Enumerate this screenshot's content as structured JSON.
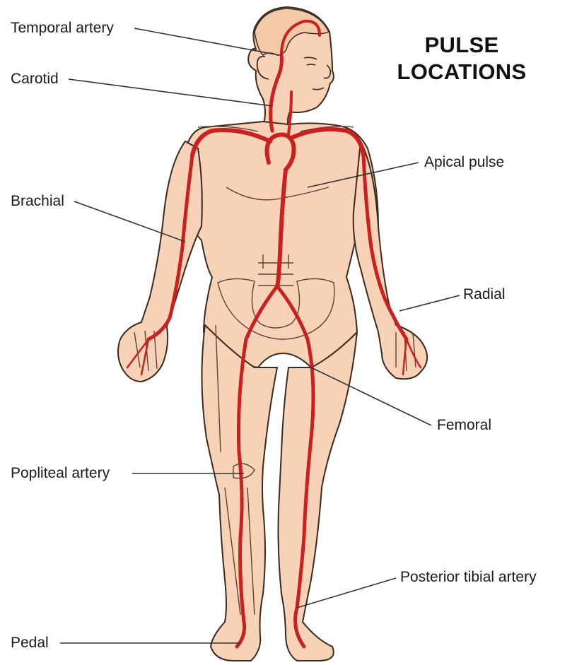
{
  "title": {
    "line1": "PULSE",
    "line2": "LOCATIONS"
  },
  "labels": {
    "temporal": "Temporal artery",
    "carotid": "Carotid",
    "brachial": "Brachial",
    "apical": "Apical pulse",
    "radial": "Radial",
    "femoral": "Femoral",
    "popliteal": "Popliteal artery",
    "posterior_tibial": "Posterior tibial artery",
    "pedal": "Pedal"
  },
  "colors": {
    "skin": "#f7d2b6",
    "outline": "#3a2a22",
    "artery": "#cc1f1f",
    "hair": "#f3c9a6",
    "bone": "#f9dcc8"
  }
}
